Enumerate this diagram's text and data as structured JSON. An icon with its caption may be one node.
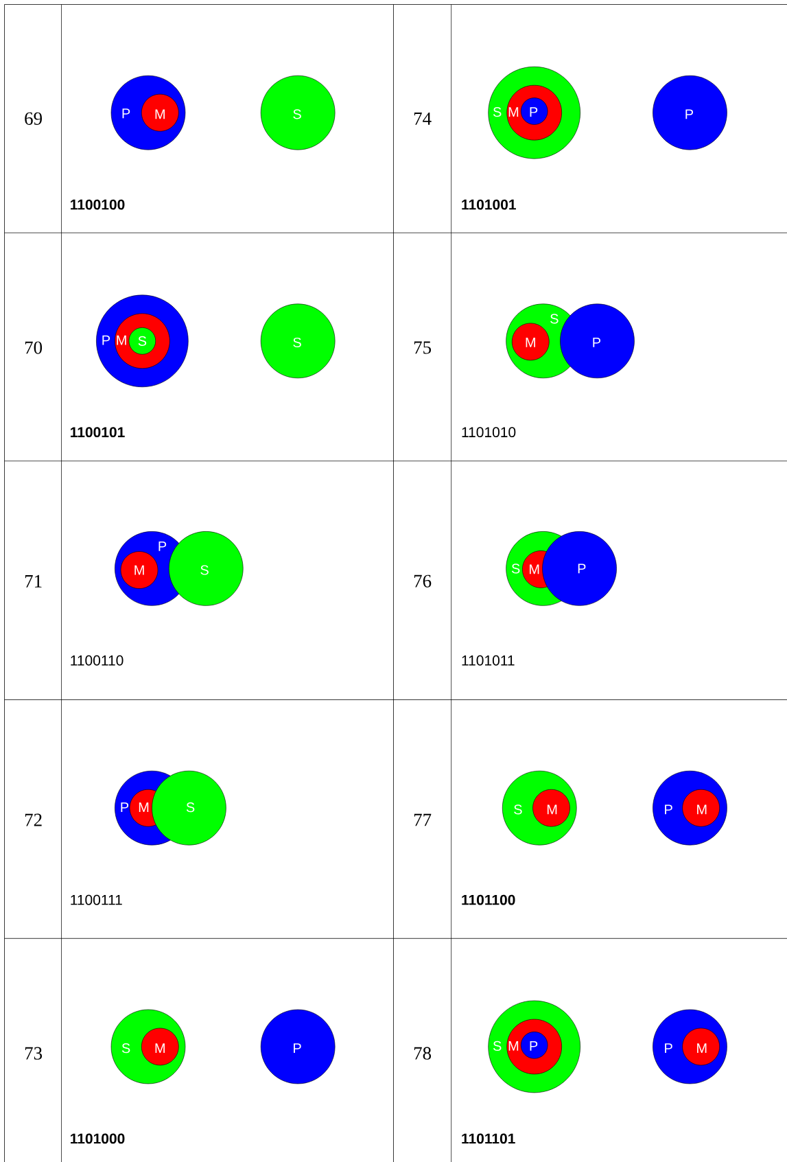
{
  "diagram": {
    "nodes": [
      {
        "text": [
          "P"
        ]
      },
      {
        "text": [
          "M"
        ],
        "in": 0
      },
      {
        "text": [
          "S"
        ]
      },
      {
        "text": [
          "S"
        ]
      },
      {
        "text": [
          "M"
        ],
        "in": 3
      },
      {
        "text": [
          "P"
        ],
        "in": 4
      },
      {
        "text": [
          "P"
        ]
      },
      {
        "text": [
          "P"
        ]
      },
      {
        "text": [
          "M"
        ],
        "in": 7
      },
      {
        "text": [
          "S"
        ],
        "in": 8
      },
      {
        "text": [
          "S"
        ]
      },
      {
        "text": [
          "S"
        ]
      },
      {
        "text": [
          "M"
        ],
        "in": 11
      },
      {
        "text": [
          "P"
        ]
      },
      {
        "text": [
          "P"
        ]
      },
      {
        "text": [
          "M"
        ],
        "in": 14
      },
      {
        "text": [
          "S"
        ]
      },
      {
        "text": [
          "S"
        ]
      },
      {
        "text": [
          "M"
        ],
        "in": 17
      },
      {
        "text": [
          "P"
        ]
      },
      {
        "text": [
          "P"
        ]
      },
      {
        "text": [
          "M"
        ],
        "in": 20
      },
      {
        "text": [
          "S"
        ]
      },
      {
        "text": [
          "S"
        ]
      },
      {
        "text": [
          "M"
        ],
        "in": 23
      },
      {
        "text": [
          "P"
        ]
      },
      {
        "text": [
          "M"
        ],
        "in": 25
      },
      {
        "text": [
          "S"
        ]
      },
      {
        "text": [
          "M"
        ],
        "in": 27
      },
      {
        "text": [
          "P"
        ]
      },
      {
        "text": [
          "S"
        ]
      },
      {
        "text": [
          "M"
        ],
        "in": 30
      },
      {
        "text": [
          "P"
        ],
        "in": 31
      },
      {
        "text": [
          "P"
        ]
      },
      {
        "text": [
          "M"
        ],
        "in": 33
      }
    ],
    "labels": [
      "69",
      "1100100",
      "74",
      "1101001",
      "70",
      "1100101",
      "75",
      "1101010",
      "71",
      "1100110",
      "76",
      "1101011",
      "72",
      "1100111",
      "77",
      "1101100",
      "73",
      "1101000",
      "78",
      "1101101"
    ]
  }
}
